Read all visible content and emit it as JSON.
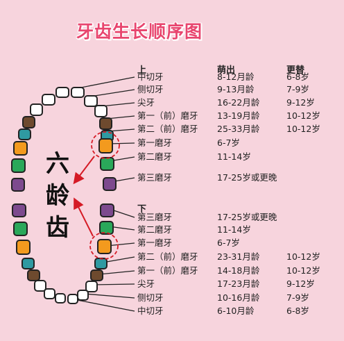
{
  "title": "牙齿生长顺序图",
  "label_chars": [
    "六",
    "龄",
    "齿"
  ],
  "headers": {
    "upper": "上",
    "eruption": "萌出",
    "replacement": "更替",
    "lower": "下"
  },
  "upper_rows": [
    {
      "name": "中切牙",
      "erupt": "8-12月龄",
      "replace": "6-8岁"
    },
    {
      "name": "侧切牙",
      "erupt": "9-13月龄",
      "replace": "7-9岁"
    },
    {
      "name": "尖牙",
      "erupt": "16-22月龄",
      "replace": "9-12岁"
    },
    {
      "name": "第一（前）磨牙",
      "erupt": "13-19月龄",
      "replace": "10-12岁"
    },
    {
      "name": "第二（前）磨牙",
      "erupt": "25-33月龄",
      "replace": "10-12岁"
    },
    {
      "name": "第一磨牙",
      "erupt": "6-7岁",
      "replace": ""
    },
    {
      "name": "第二磨牙",
      "erupt": "11-14岁",
      "replace": ""
    },
    {
      "name": "第三磨牙",
      "erupt": "17-25岁或更晚",
      "replace": ""
    }
  ],
  "lower_rows": [
    {
      "name": "第三磨牙",
      "erupt": "17-25岁或更晚",
      "replace": ""
    },
    {
      "name": "第二磨牙",
      "erupt": "11-14岁",
      "replace": ""
    },
    {
      "name": "第一磨牙",
      "erupt": "6-7岁",
      "replace": ""
    },
    {
      "name": "第二（前）磨牙",
      "erupt": "23-31月龄",
      "replace": "10-12岁"
    },
    {
      "name": "第一（前）磨牙",
      "erupt": "14-18月龄",
      "replace": "10-12岁"
    },
    {
      "name": "尖牙",
      "erupt": "17-23月龄",
      "replace": "9-12岁"
    },
    {
      "name": "侧切牙",
      "erupt": "10-16月龄",
      "replace": "7-9岁"
    },
    {
      "name": "中切牙",
      "erupt": "6-10月龄",
      "replace": "6-8岁"
    }
  ],
  "colors": {
    "white": "#ffffff",
    "brown": "#6e4a2e",
    "teal": "#2f9aa2",
    "green": "#2aa85a",
    "orange": "#f39a1e",
    "purple": "#7d4a8e",
    "highlight": "#d51a25",
    "title": "#e8456e",
    "background": "#f7d4dd"
  }
}
